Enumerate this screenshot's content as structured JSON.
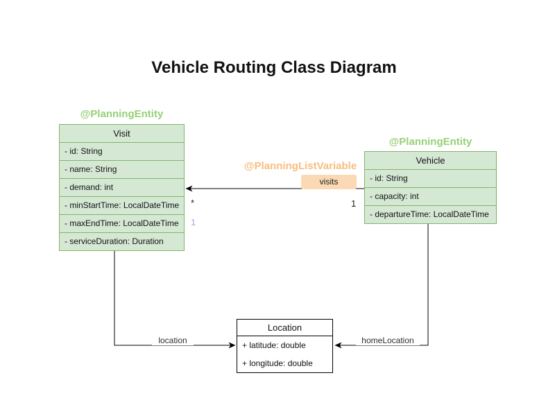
{
  "title": "Vehicle Routing Class Diagram",
  "colors": {
    "class_fill": "#d5e8d4",
    "class_border": "#82b366",
    "planning_entity_annotation": "#97d077",
    "planning_list_variable_annotation": "#f9bd7f",
    "visits_label_bg": "#fbd9b4",
    "shadow_multiplicity": "#b39ddb",
    "plain_class_border": "#000000",
    "edge_color": "#000000"
  },
  "classes": {
    "visit": {
      "annotation": "@PlanningEntity",
      "name": "Visit",
      "attributes": [
        "- id: String",
        "- name: String",
        "- demand: int",
        "- minStartTime: LocalDateTime",
        "- maxEndTime: LocalDateTime",
        "- serviceDuration: Duration"
      ]
    },
    "vehicle": {
      "annotation": "@PlanningEntity",
      "name": "Vehicle",
      "attributes": [
        "- id: String",
        "- capacity: int",
        "- departureTime: LocalDateTime"
      ]
    },
    "location": {
      "name": "Location",
      "attributes": [
        "+ latitude: double",
        "+ longitude: double"
      ]
    }
  },
  "associations": {
    "visits": {
      "annotation": "@PlanningListVariable",
      "label": "visits",
      "target_multiplicity": "*",
      "source_multiplicity": "1",
      "shadow_multiplicity": "1"
    },
    "location": {
      "label": "location"
    },
    "home_location": {
      "label": "homeLocation"
    }
  }
}
